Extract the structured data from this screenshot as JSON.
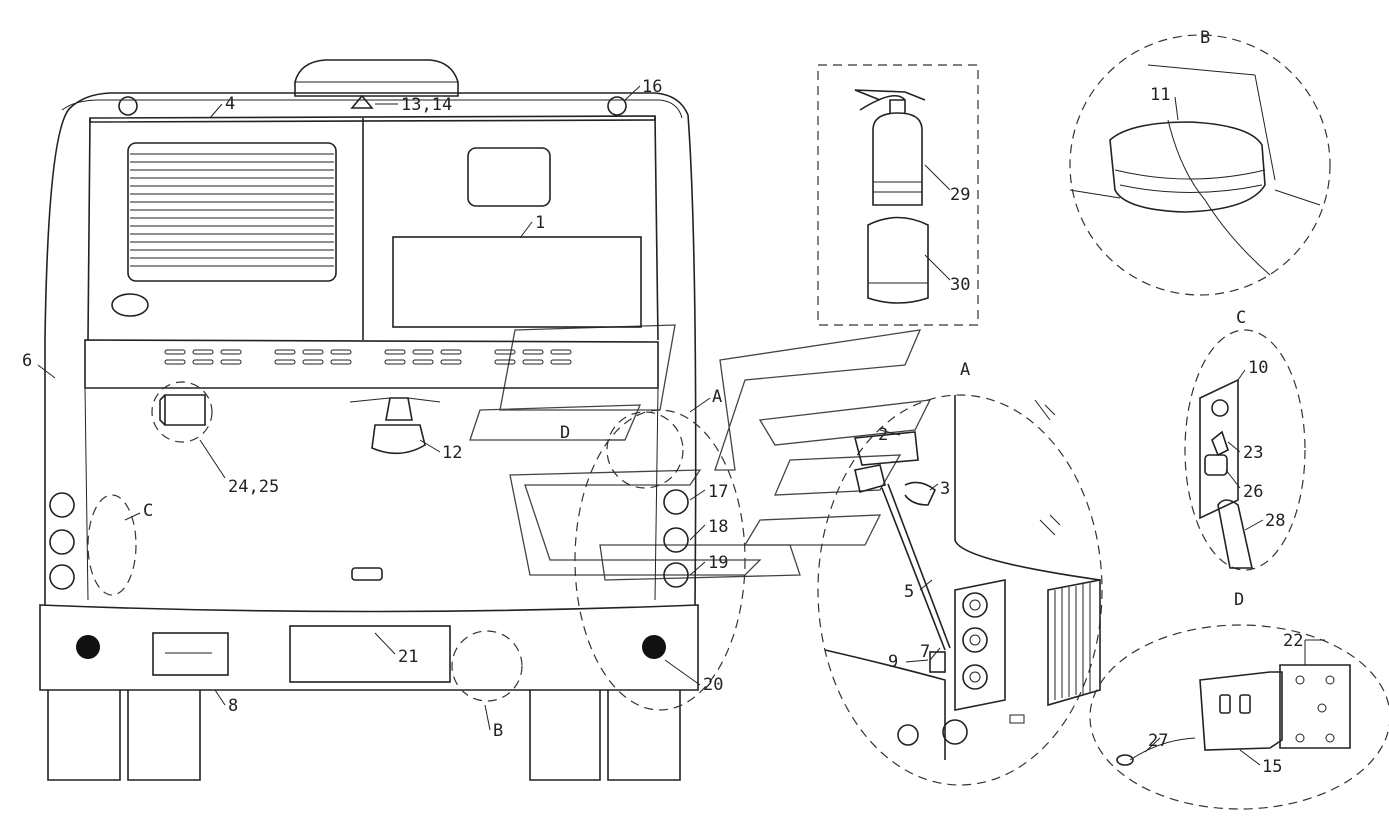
{
  "callouts": {
    "c1": "1",
    "c2": "2",
    "c3": "3",
    "c4": "4",
    "c5": "5",
    "c6": "6",
    "c7": "7",
    "c8": "8",
    "c9": "9",
    "c10": "10",
    "c11": "11",
    "c12": "12",
    "c13_14": "13,14",
    "c15": "15",
    "c16": "16",
    "c17": "17",
    "c18": "18",
    "c19": "19",
    "c20": "20",
    "c21": "21",
    "c22": "22",
    "c23": "23",
    "c24_25": "24,25",
    "c26": "26",
    "c27": "27",
    "c28": "28",
    "c29": "29",
    "c30": "30"
  },
  "details": {
    "A": "A",
    "B": "B",
    "C": "C",
    "D": "D",
    "A_ref": "A",
    "B_ref": "B",
    "C_ref": "C",
    "D_ref": "D"
  }
}
